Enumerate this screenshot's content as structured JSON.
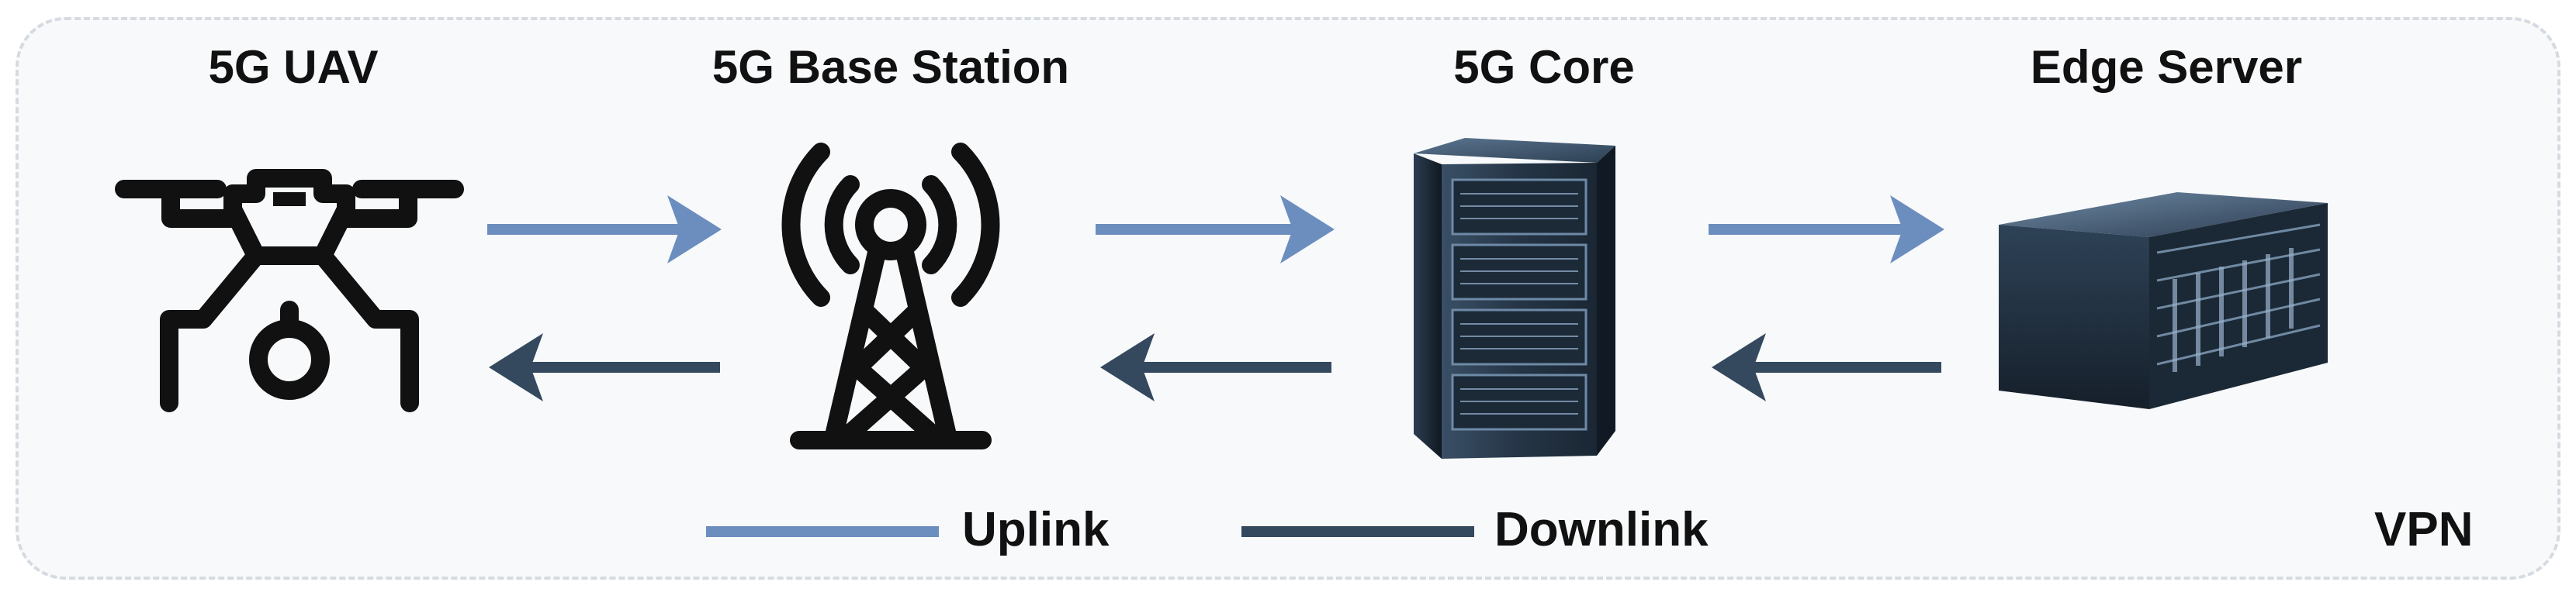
{
  "nodes": [
    {
      "title": "5G UAV",
      "icon": "drone-icon"
    },
    {
      "title": "5G Base Station",
      "icon": "cell-tower-icon"
    },
    {
      "title": "5G Core",
      "icon": "server-rack-icon"
    },
    {
      "title": "Edge Server",
      "icon": "rack-server-icon"
    }
  ],
  "legend": {
    "uplink_label": "Uplink",
    "downlink_label": "Downlink",
    "vpn_label": "VPN"
  },
  "colors": {
    "uplink": "#6c8ebf",
    "downlink": "#34495e",
    "panel_bg": "#f7f9fb"
  }
}
